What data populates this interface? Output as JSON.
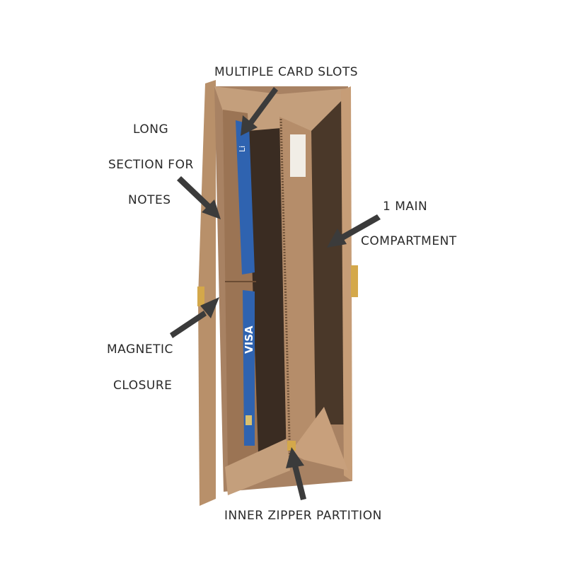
{
  "annotations": {
    "card_slots": "MULTIPLE CARD SLOTS",
    "notes_line1": "LONG",
    "notes_line2": "SECTION FOR",
    "notes_line3": "NOTES",
    "main_line1": "1 MAIN",
    "main_line2": "COMPARTMENT",
    "closure_line1": "MAGNETIC",
    "closure_line2": "CLOSURE",
    "zipper": "INNER ZIPPER PARTITION"
  },
  "cards": {
    "upper_card_brand": "Li",
    "lower_card_brand": "VISA"
  },
  "colors": {
    "leather": "#b9916c",
    "leather_dark": "#8a6444",
    "interior": "#3a2c22",
    "card_blue": "#2f63b0",
    "arrow": "#3b3b3b",
    "hardware": "#d4a84a"
  }
}
